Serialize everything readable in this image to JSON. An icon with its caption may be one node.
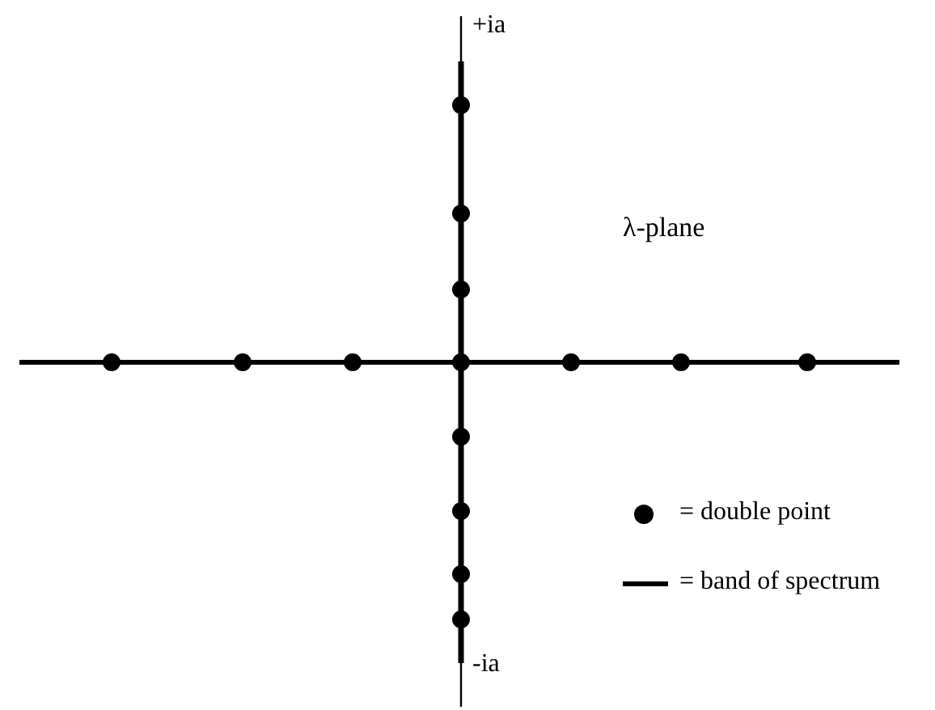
{
  "diagram": {
    "labels": [
      "+ia",
      "λ-plane",
      "-ia"
    ],
    "legend": [
      {
        "text": "= double point"
      },
      {
        "text": "= band of spectrum"
      }
    ]
  }
}
